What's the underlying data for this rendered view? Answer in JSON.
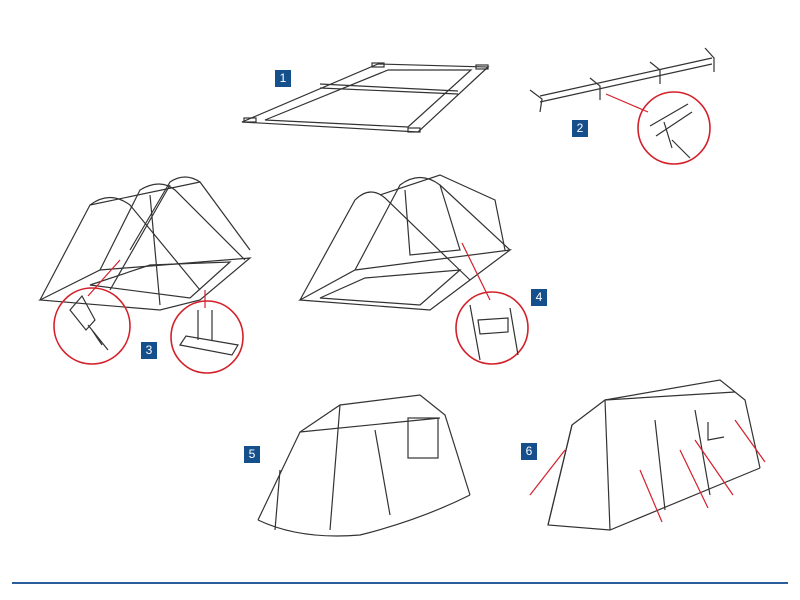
{
  "steps": [
    {
      "number": "1"
    },
    {
      "number": "2"
    },
    {
      "number": "3"
    },
    {
      "number": "4"
    },
    {
      "number": "5"
    },
    {
      "number": "6"
    }
  ],
  "colors": {
    "label_bg": "#16508c",
    "callout": "#d4202a",
    "line": "#333333",
    "rule": "#2a5d9a"
  }
}
